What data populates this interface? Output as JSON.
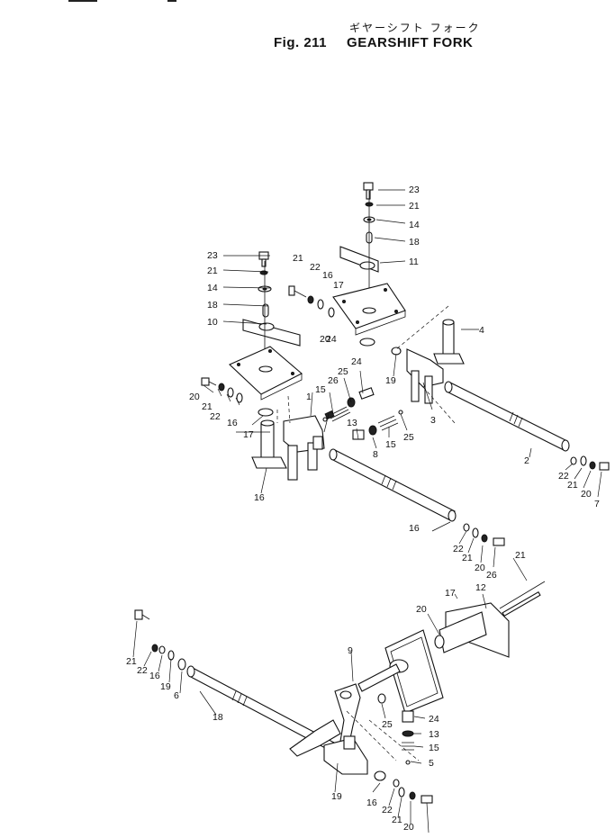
{
  "title": {
    "japanese": "ギヤーシフト フォーク",
    "fig_label": "Fig. 211",
    "english": "GEARSHIFT FORK"
  },
  "callouts": [
    {
      "id": "c1",
      "text": "23"
    },
    {
      "id": "c2",
      "text": "21"
    },
    {
      "id": "c3",
      "text": "14"
    },
    {
      "id": "c4",
      "text": "18"
    },
    {
      "id": "c5",
      "text": "11"
    },
    {
      "id": "c6",
      "text": "23"
    },
    {
      "id": "c7",
      "text": "21"
    },
    {
      "id": "c8",
      "text": "14"
    },
    {
      "id": "c9",
      "text": "18"
    },
    {
      "id": "c10",
      "text": "10"
    },
    {
      "id": "c11",
      "text": "20"
    },
    {
      "id": "c12",
      "text": "21"
    },
    {
      "id": "c13",
      "text": "22"
    },
    {
      "id": "c14",
      "text": "16"
    },
    {
      "id": "c15",
      "text": "17"
    },
    {
      "id": "c16",
      "text": "4"
    },
    {
      "id": "c17",
      "text": "19"
    },
    {
      "id": "c18",
      "text": "24"
    },
    {
      "id": "c19",
      "text": "25"
    },
    {
      "id": "c20",
      "text": "26"
    },
    {
      "id": "c21",
      "text": "15"
    },
    {
      "id": "c22",
      "text": "1"
    },
    {
      "id": "c23",
      "text": "3"
    },
    {
      "id": "c24",
      "text": "20"
    },
    {
      "id": "c25",
      "text": "21"
    },
    {
      "id": "c26",
      "text": "22"
    },
    {
      "id": "c27",
      "text": "16"
    },
    {
      "id": "c28",
      "text": "17"
    },
    {
      "id": "c29",
      "text": "24"
    },
    {
      "id": "c30",
      "text": "13"
    },
    {
      "id": "c31",
      "text": "15"
    },
    {
      "id": "c32",
      "text": "25"
    },
    {
      "id": "c33",
      "text": "8"
    },
    {
      "id": "c34",
      "text": "2"
    },
    {
      "id": "c35",
      "text": "16"
    },
    {
      "id": "c36",
      "text": "22"
    },
    {
      "id": "c37",
      "text": "21"
    },
    {
      "id": "c38",
      "text": "20"
    },
    {
      "id": "c39",
      "text": "7"
    },
    {
      "id": "c40",
      "text": "16"
    },
    {
      "id": "c41",
      "text": "22"
    },
    {
      "id": "c42",
      "text": "21"
    },
    {
      "id": "c43",
      "text": "20"
    },
    {
      "id": "c44",
      "text": "26"
    },
    {
      "id": "c45",
      "text": "21"
    },
    {
      "id": "c46",
      "text": "12"
    },
    {
      "id": "c47",
      "text": "17"
    },
    {
      "id": "c48",
      "text": "20"
    },
    {
      "id": "c49",
      "text": "21"
    },
    {
      "id": "c50",
      "text": "22"
    },
    {
      "id": "c51",
      "text": "16"
    },
    {
      "id": "c52",
      "text": "19"
    },
    {
      "id": "c53",
      "text": "6"
    },
    {
      "id": "c54",
      "text": "9"
    },
    {
      "id": "c55",
      "text": "18"
    },
    {
      "id": "c56",
      "text": "25"
    },
    {
      "id": "c57",
      "text": "24"
    },
    {
      "id": "c58",
      "text": "13"
    },
    {
      "id": "c59",
      "text": "15"
    },
    {
      "id": "c60",
      "text": "5"
    },
    {
      "id": "c61",
      "text": "19"
    },
    {
      "id": "c62",
      "text": "16"
    },
    {
      "id": "c63",
      "text": "22"
    },
    {
      "id": "c64",
      "text": "21"
    },
    {
      "id": "c65",
      "text": "20"
    }
  ]
}
